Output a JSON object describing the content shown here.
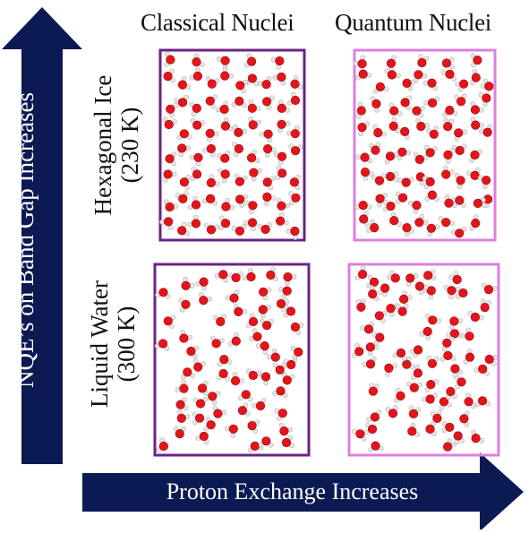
{
  "colors": {
    "arrow_navy": "#0b1a52",
    "classical_frame": "#6a2383",
    "quantum_frame": "#dd7fe0",
    "oxygen": "#e3151b",
    "hydrogen": "#e4e4e4"
  },
  "headers": {
    "classical": "Classical Nuclei",
    "quantum": "Quantum Nuclei"
  },
  "rows": {
    "ice": {
      "line1": "Hexagonal Ice",
      "line2": "(230 K)"
    },
    "water": {
      "line1": "Liquid Water",
      "line2": "(300 K)"
    }
  },
  "arrows": {
    "vertical": "NQE’s on Band Gap Increases",
    "horizontal": "Proton Exchange Increases"
  },
  "panels": [
    {
      "id": "ice-classical",
      "phase": "hexagonal-ice",
      "nuclei": "classical"
    },
    {
      "id": "ice-quantum",
      "phase": "hexagonal-ice",
      "nuclei": "quantum"
    },
    {
      "id": "water-classical",
      "phase": "liquid-water",
      "nuclei": "classical"
    },
    {
      "id": "water-quantum",
      "phase": "liquid-water",
      "nuclei": "quantum"
    }
  ]
}
